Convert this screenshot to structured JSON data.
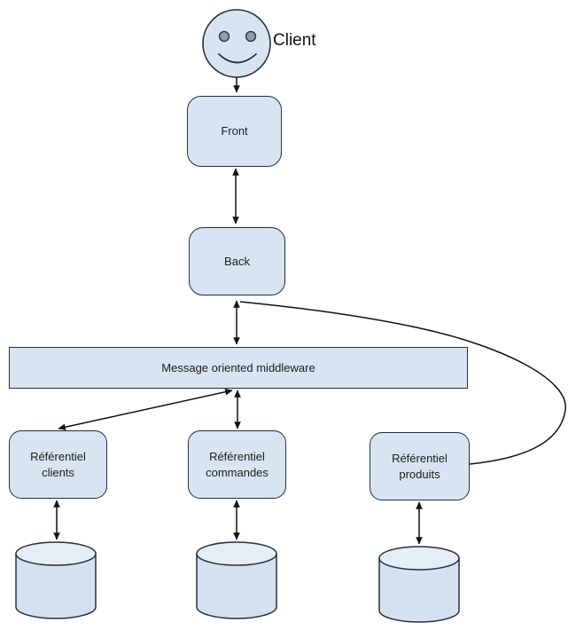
{
  "diagram": {
    "client": {
      "label": "Client"
    },
    "front": {
      "label": "Front"
    },
    "back": {
      "label": "Back"
    },
    "middleware": {
      "label": "Message oriented middleware"
    },
    "referentiel_clients": {
      "label": "Référentiel\nclients"
    },
    "referentiel_commandes": {
      "label": "Référentiel\ncommandes"
    },
    "referentiel_produits": {
      "label": "Référentiel\nproduits"
    }
  },
  "colors": {
    "node_fill": "#d8e4f1",
    "node_border": "#22303c",
    "line_color": "#111111",
    "cylinder_top_fill": "#e6edf7",
    "cylinder_body_fill": "#d5e1f0",
    "eye_fill": "#919ca9",
    "text_color": "#1c1c1c",
    "bg_color": "#ffffff"
  }
}
